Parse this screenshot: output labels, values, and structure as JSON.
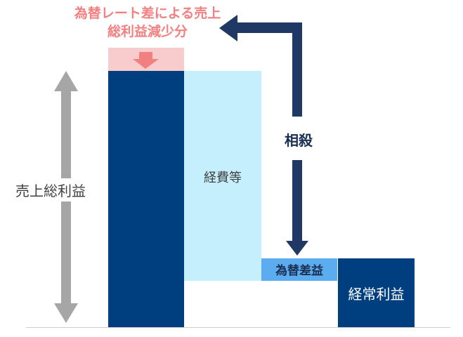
{
  "labels": {
    "fx_loss": "為替レート差による売上総利益減少分",
    "gross_profit": "売上総利益",
    "expenses": "経費等",
    "offset": "相殺",
    "fx_gain": "為替差益",
    "ordinary_profit": "経常利益"
  },
  "colors": {
    "navy": "#003f7f",
    "light_blue": "#c5effc",
    "mid_blue": "#5badf0",
    "pink": "#f8cccc",
    "salmon": "#f28080",
    "gray_arrow": "#a6a6a6",
    "dark_navy_arrow": "#1f3864"
  }
}
